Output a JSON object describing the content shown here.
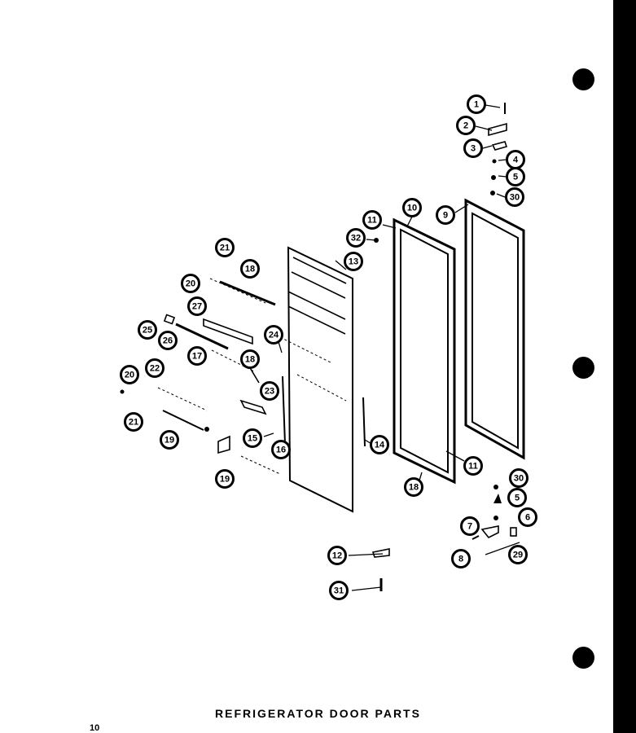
{
  "title": "REFRIGERATOR DOOR PARTS",
  "page_number": "10",
  "callouts": [
    "1",
    "2",
    "3",
    "4",
    "5",
    "30",
    "9",
    "10",
    "11",
    "32",
    "13",
    "21",
    "18",
    "20",
    "27",
    "25",
    "26",
    "24",
    "17",
    "18",
    "23",
    "22",
    "20",
    "21",
    "19",
    "15",
    "16",
    "19",
    "14",
    "11",
    "18",
    "30",
    "5",
    "6",
    "7",
    "29",
    "8",
    "12",
    "31"
  ]
}
